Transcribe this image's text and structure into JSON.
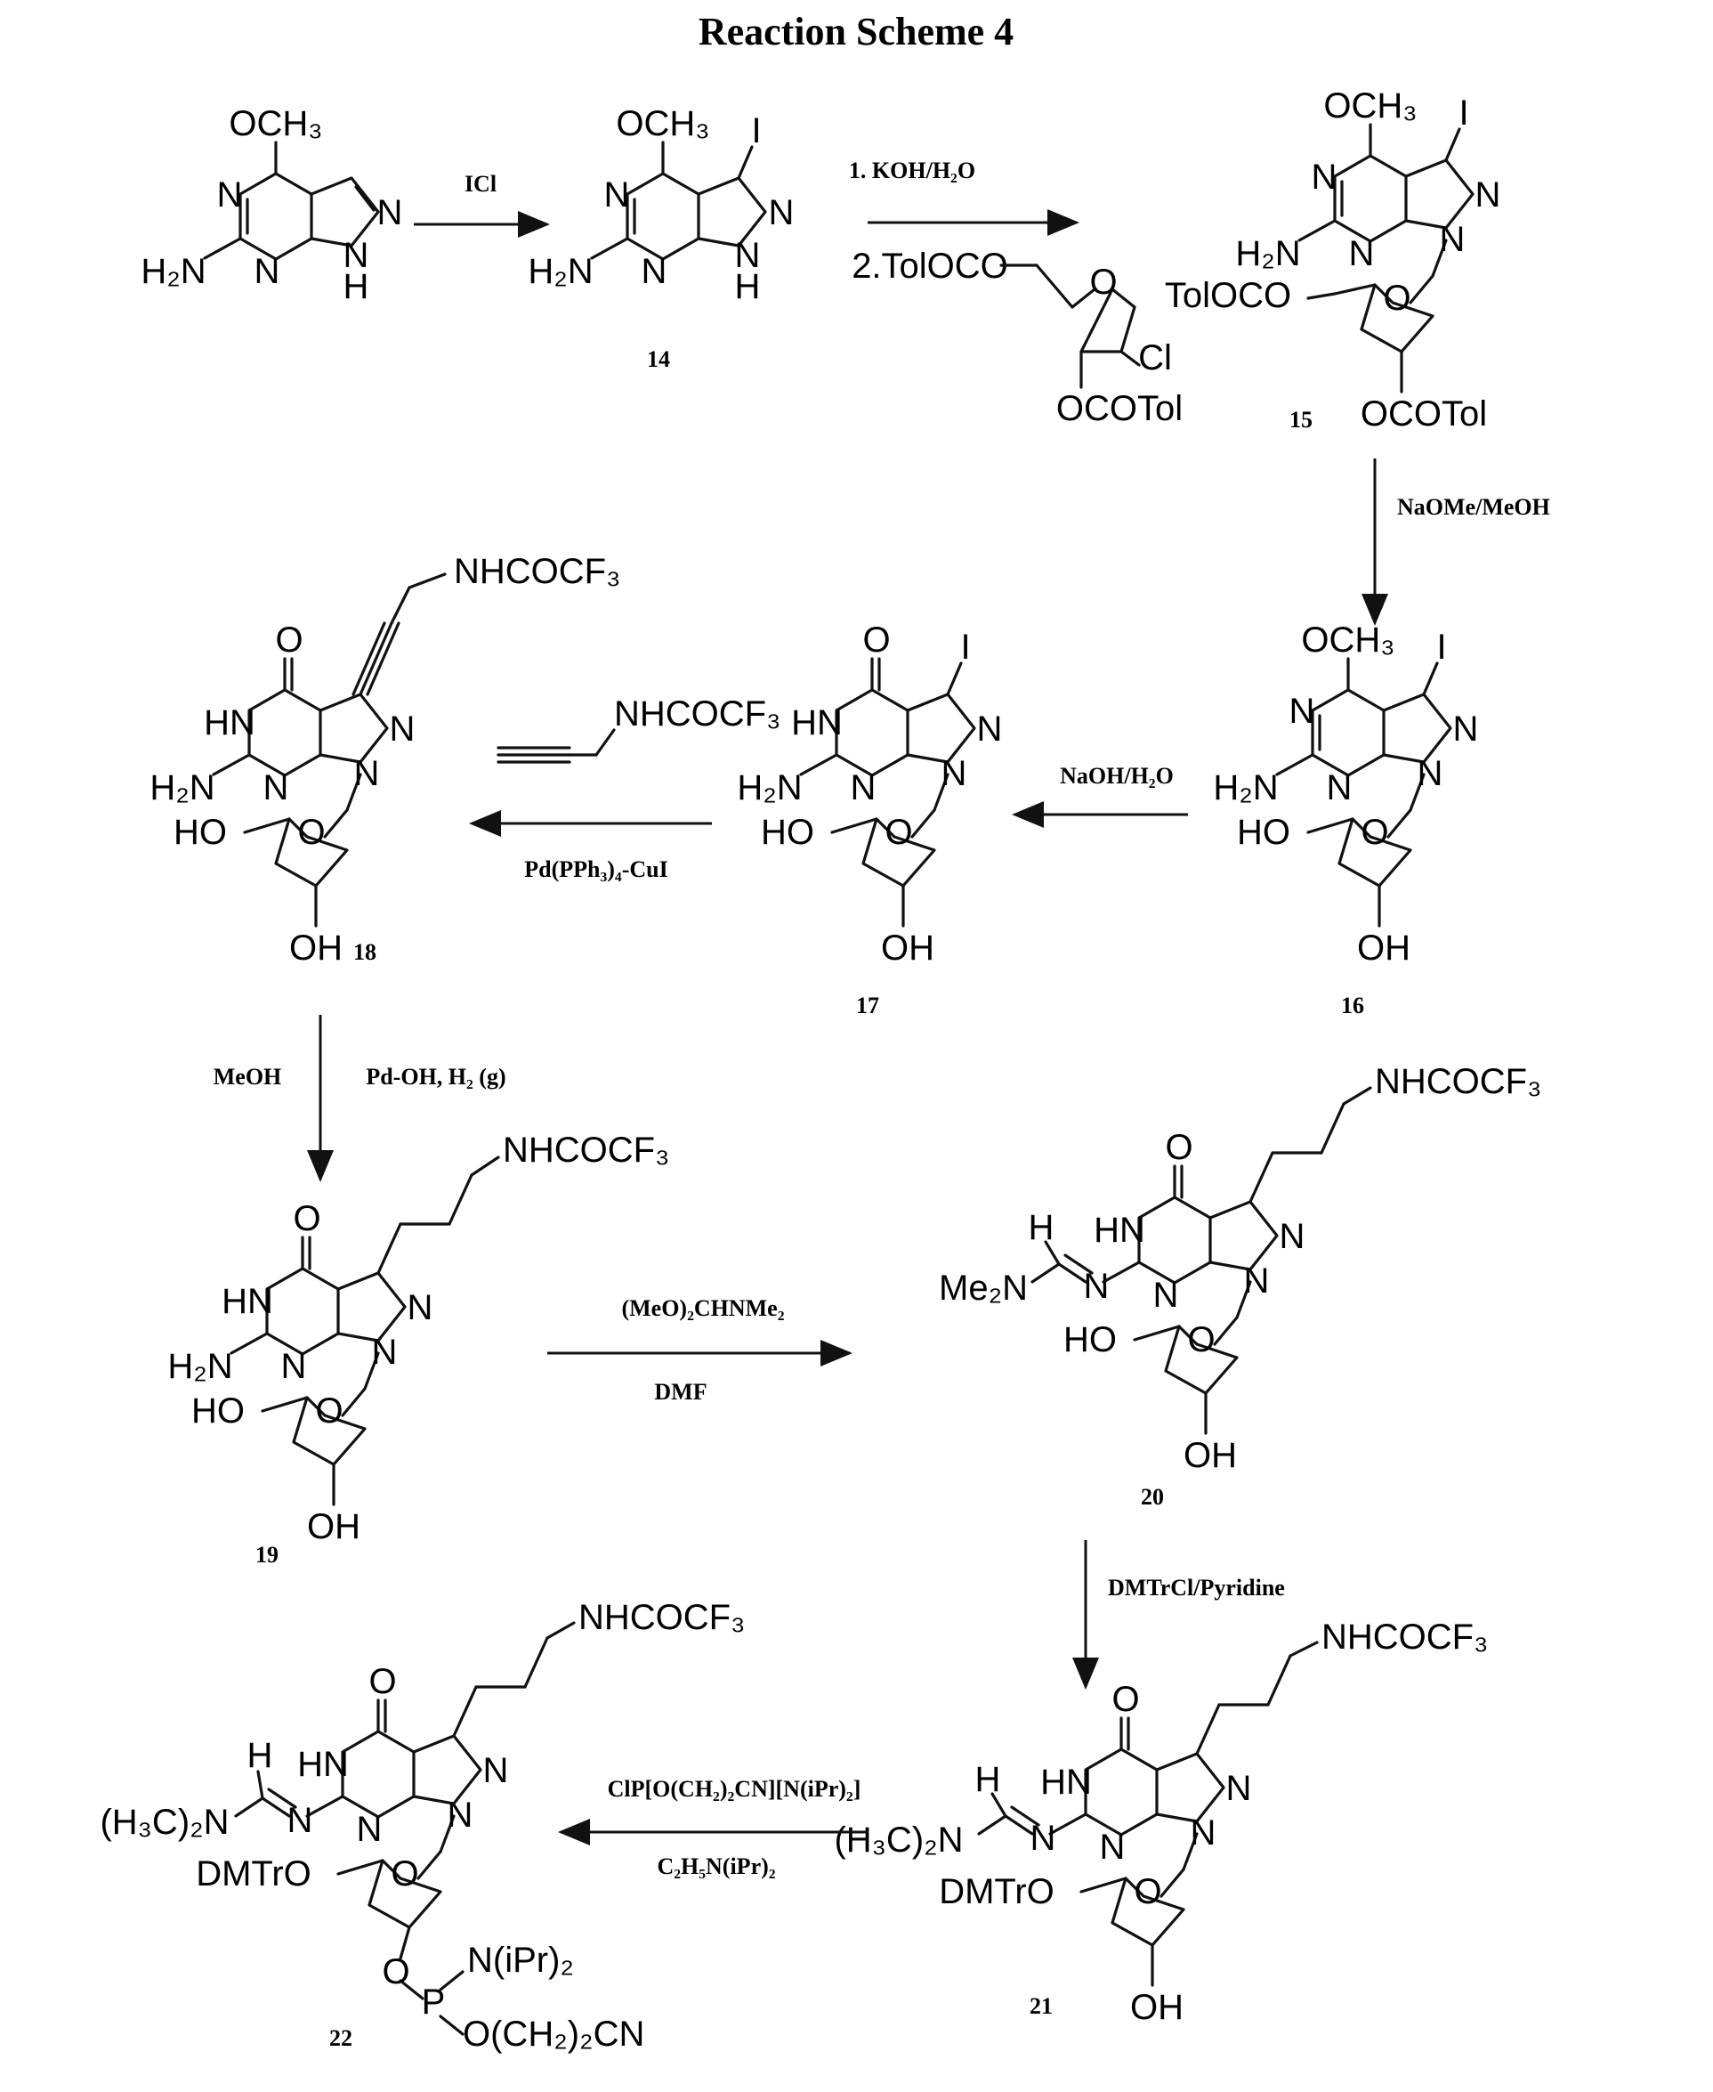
{
  "title": "Reaction Scheme 4",
  "compound_numbers": {
    "c14": "14",
    "c15": "15",
    "c16": "16",
    "c17": "17",
    "c18": "18",
    "c19": "19",
    "c20": "20",
    "c21": "21",
    "c22": "22"
  },
  "reagents": {
    "step_a": "ICl",
    "step_b_1": "1. KOH/H₂O",
    "step_b_2": "2.TolOCO",
    "step_c": "NaOMe/MeOH",
    "step_d": "NaOH/H₂O",
    "step_e_reagent": "NHCOCF₃",
    "step_e_catalyst": "Pd(PPh₃)₄-CuI",
    "step_f_solvent": "MeOH",
    "step_f_catalyst": "Pd-OH, H₂ (g)",
    "step_g_reagent": "(MeO)₂CHNMe₂",
    "step_g_solvent": "DMF",
    "step_h": "DMTrCl/Pyridine",
    "step_i_reagent": "ClP[O(CH₂)₂CN][N(iPr)₂]",
    "step_i_base": "C₂H₅N(iPr)₂"
  },
  "labels": {
    "och3": "OCH₃",
    "i": "I",
    "n": "N",
    "nh": "N",
    "h": "H",
    "hn": "HN",
    "h2n": "H₂N",
    "o": "O",
    "cl": "Cl",
    "ocotol": "OCOTol",
    "tolocoo": "TolOCO",
    "ho": "HO",
    "oh": "OH",
    "nhcocf3": "NHCOCF₃",
    "me2n": "Me₂N",
    "h3c2n": "(H₃C)₂N",
    "dmtro": "DMTrO",
    "p": "P",
    "niPr2": "N(iPr)₂",
    "och2cn": "O(CH₂)₂CN"
  }
}
